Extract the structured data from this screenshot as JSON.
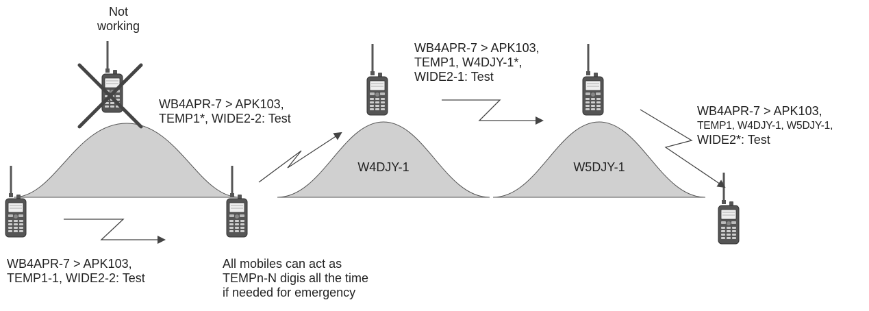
{
  "failed_digi": {
    "line1": "Not",
    "line2": "working"
  },
  "mountains": [
    {
      "name": ""
    },
    {
      "name": "W4DJY-1"
    },
    {
      "name": "W5DJY-1"
    }
  ],
  "packets": {
    "origin": {
      "line1": "WB4APR-7 > APK103,",
      "line2": "TEMP1-1, WIDE2-2: Test"
    },
    "hop1": {
      "line1": "WB4APR-7 > APK103,",
      "line2": "TEMP1*, WIDE2-2: Test"
    },
    "hop2": {
      "line1": "WB4APR-7 > APK103,",
      "line2": "TEMP1, W4DJY-1*,",
      "line3": "WIDE2-1: Test"
    },
    "hop3": {
      "line1": "WB4APR-7 > APK103,",
      "line2": "TEMP1, W4DJY-1, W5DJY-1,",
      "line3": "WIDE2*: Test"
    }
  },
  "note": {
    "line1": "All mobiles can act as",
    "line2": "TEMPn-N digis all the time",
    "line3": "if needed for emergency"
  },
  "colors": {
    "mountain_fill": "#d0d0d0",
    "line": "#444444",
    "radio_body": "#555555",
    "cross": "#444444"
  }
}
